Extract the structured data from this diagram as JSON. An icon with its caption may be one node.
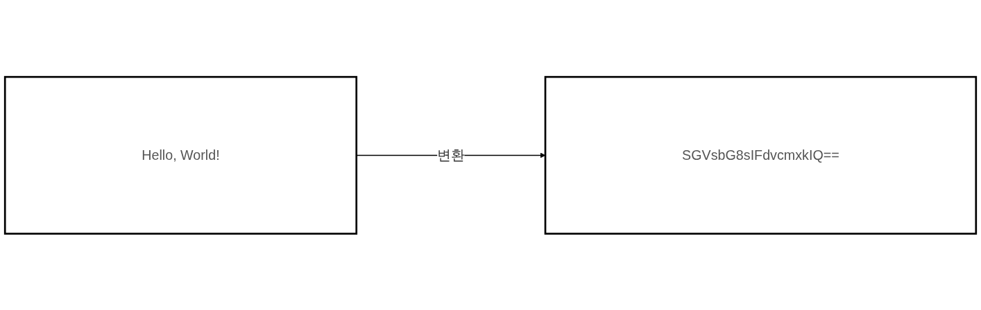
{
  "diagram": {
    "nodes": [
      {
        "text": [
          "Hello, World!"
        ]
      },
      {
        "text": [
          "SGVsbG8sIFdvcmxkIQ=="
        ]
      }
    ],
    "edges": [
      {
        "from": 0,
        "to": 1,
        "arrow": "to",
        "label": "변환"
      }
    ]
  }
}
